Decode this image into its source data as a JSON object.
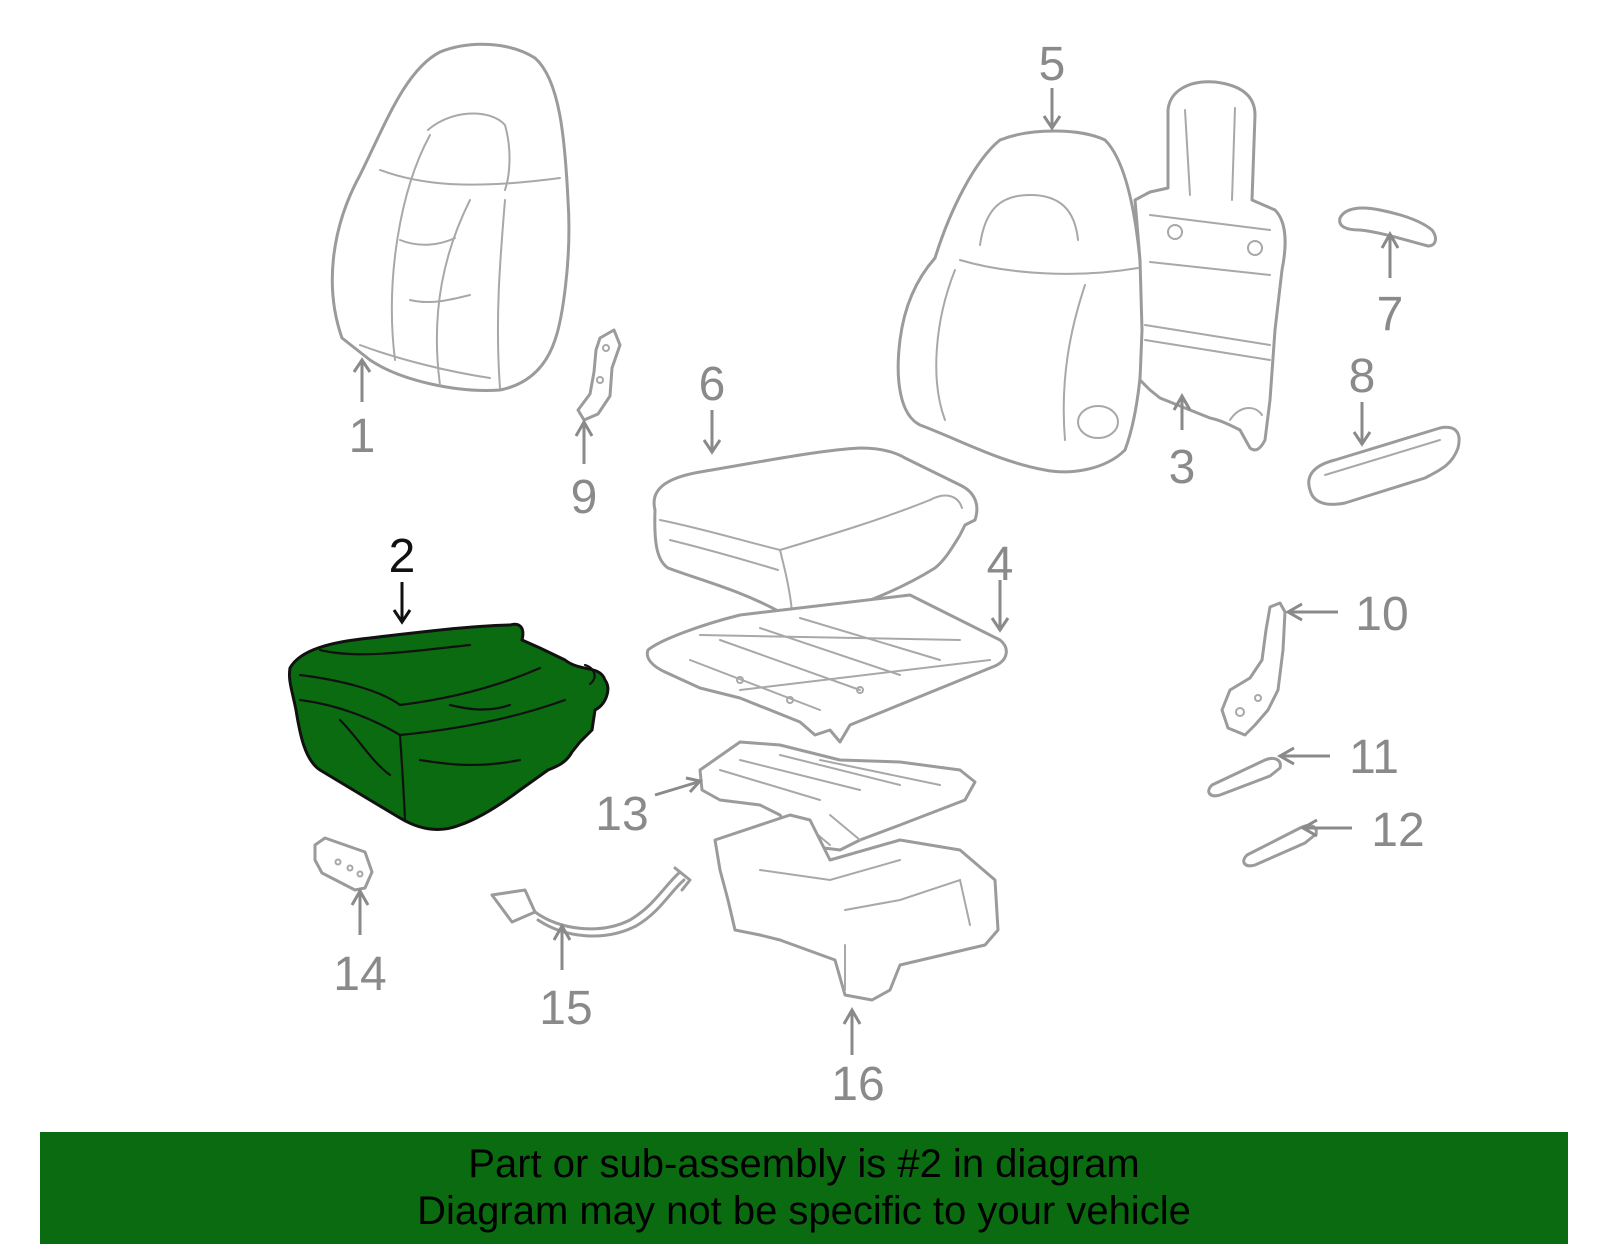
{
  "diagram": {
    "highlighted_part": "2",
    "colors": {
      "highlight": "#0b6b10",
      "parts": "#9b9b9b",
      "callouts": "#8a8a8a",
      "banner": "#0b6b10"
    },
    "callouts": [
      {
        "id": "1",
        "label": "1"
      },
      {
        "id": "2",
        "label": "2"
      },
      {
        "id": "3",
        "label": "3"
      },
      {
        "id": "4",
        "label": "4"
      },
      {
        "id": "5",
        "label": "5"
      },
      {
        "id": "6",
        "label": "6"
      },
      {
        "id": "7",
        "label": "7"
      },
      {
        "id": "8",
        "label": "8"
      },
      {
        "id": "9",
        "label": "9"
      },
      {
        "id": "10",
        "label": "10"
      },
      {
        "id": "11",
        "label": "11"
      },
      {
        "id": "12",
        "label": "12"
      },
      {
        "id": "13",
        "label": "13"
      },
      {
        "id": "14",
        "label": "14"
      },
      {
        "id": "15",
        "label": "15"
      },
      {
        "id": "16",
        "label": "16"
      }
    ]
  },
  "banner": {
    "line1": "Part or sub-assembly is #2 in diagram",
    "line2": "Diagram may not be specific to your vehicle"
  }
}
